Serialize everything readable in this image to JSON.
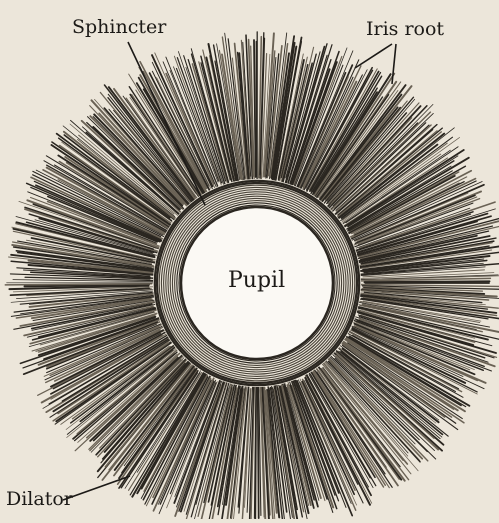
{
  "labels": {
    "sphincter": "Sphincter",
    "iris_root": "Iris root",
    "pupil": "Pupil",
    "dilator": "Dilator"
  },
  "colors": {
    "background": "#ece6da",
    "fiber": "#2a2620",
    "fiber_light": "#6a6255",
    "pupil": "#fbf9f4"
  }
}
